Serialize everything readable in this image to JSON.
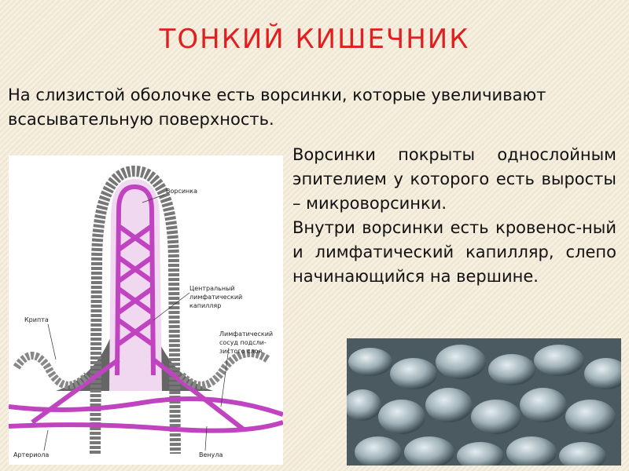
{
  "slide": {
    "title": "ТОНКИЙ КИШЕЧНИК",
    "intro": "На слизистой оболочке есть ворсинки, которые увеличивают всасывательную поверхность.",
    "paragraph1": "Ворсинки покрыты однослойным эпителием у которого есть выросты – микроворсинки.",
    "paragraph2": "Внутри ворсинки есть кровенос-ный и лимфатический капилляр, слепо начинающийся на вершине."
  },
  "diagram": {
    "labels": {
      "villus": "Ворсинка",
      "central_1": "Центральный",
      "central_2": "лимфатический",
      "central_3": "капилляр",
      "crypt": "Крипта",
      "vessel_1": "Лимфатический",
      "vessel_2": "сосуд подсли-",
      "vessel_3": "зистого слоя",
      "arteriole": "Артериола",
      "venule": "Венула"
    }
  },
  "colors": {
    "title": "#e02020",
    "capillary": "#c044c0",
    "lymph": "#555555"
  }
}
